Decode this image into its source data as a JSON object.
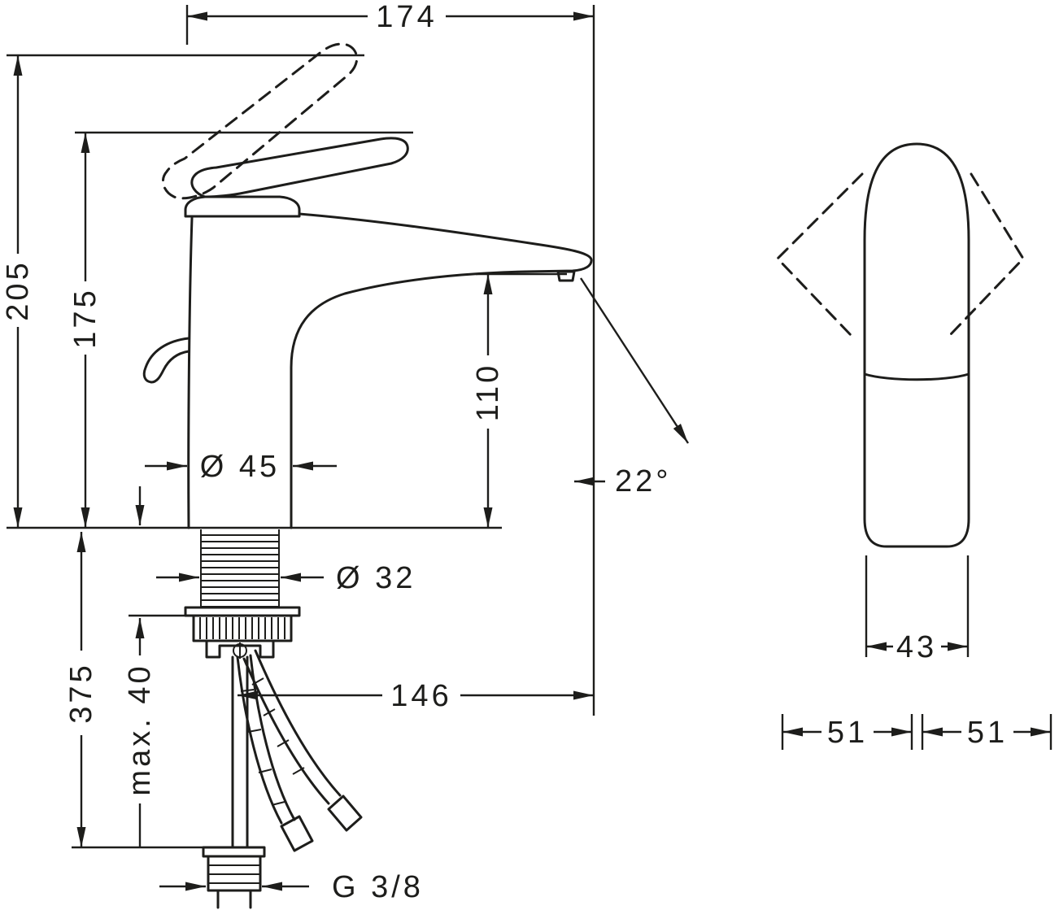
{
  "diagram": {
    "type": "technical-drawing",
    "colors": {
      "line": "#1d1d1b",
      "background": "#ffffff"
    },
    "front_view": {
      "width_overall": "174",
      "height_total": "205",
      "height_body": "175",
      "spout_outlet_height": "110",
      "body_diameter": "Ø 45",
      "shank_diameter": "Ø 32",
      "stream_angle": "22°",
      "hose_clearance": "375",
      "max_deck_thickness": "max. 40",
      "spout_reach": "146",
      "connection_thread": "G 3/8"
    },
    "side_view": {
      "body_width": "43",
      "depth_front": "51",
      "depth_back": "51"
    }
  }
}
